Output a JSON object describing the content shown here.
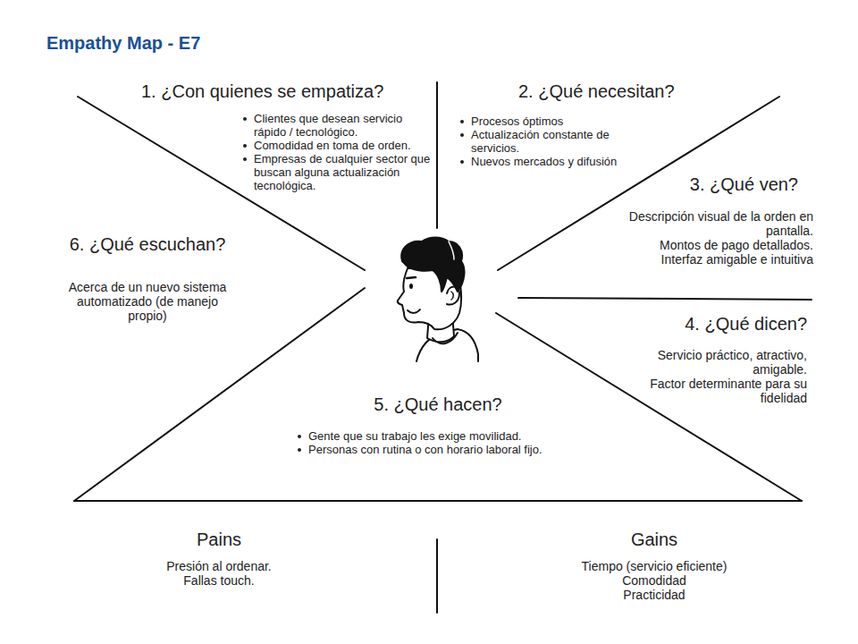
{
  "diagram": {
    "title": "Empathy Map - E7",
    "labels": [
      "1. ¿Con quienes se empatiza?",
      "Clientes que desean servicio rápido / tecnológico.",
      "Comodidad en toma de orden.",
      "Empresas de cualquier sector que buscan alguna actualización tecnológica.",
      "2. ¿Qué necesitan?",
      "Procesos óptimos",
      "Actualización constante de servicios.",
      "Nuevos mercados y difusión",
      "3. ¿Qué ven?",
      "Descripción visual de la orden en pantalla.",
      "Montos de pago detallados.",
      "Interfaz amigable e intuitiva",
      "4. ¿Qué dicen?",
      "Servicio práctico, atractivo, amigable.",
      "Factor determinante para su fidelidad",
      "5. ¿Qué hacen?",
      "Gente que su trabajo les exige movilidad.",
      "Personas con rutina o con horario laboral fijo.",
      "6. ¿Qué escuchan?",
      "Acerca de un nuevo sistema automatizado (de manejo propio)",
      "Pains",
      "Presión al ordenar.",
      "Fallas touch.",
      "Gains",
      "Tiempo (servicio eficiente)",
      "Comodidad",
      "Practicidad"
    ]
  }
}
